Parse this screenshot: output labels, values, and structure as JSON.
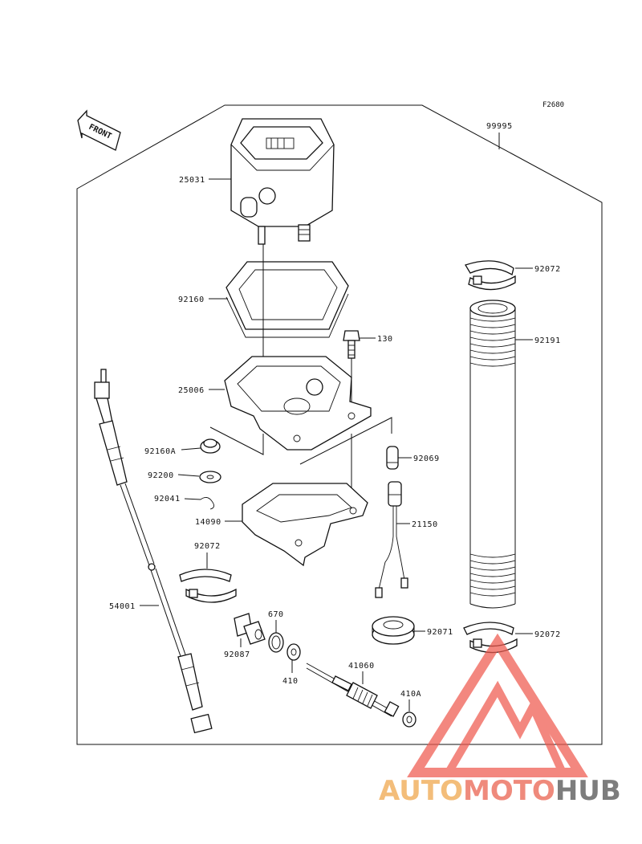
{
  "diagram": {
    "figure_code": "F2680",
    "direction_label": "FRONT",
    "parts": [
      {
        "id": "p99995",
        "number": "99995"
      },
      {
        "id": "p25031",
        "number": "25031"
      },
      {
        "id": "p92160",
        "number": "92160"
      },
      {
        "id": "p130",
        "number": "130"
      },
      {
        "id": "p25006",
        "number": "25006"
      },
      {
        "id": "p92160A",
        "number": "92160A"
      },
      {
        "id": "p92069",
        "number": "92069"
      },
      {
        "id": "p92200",
        "number": "92200"
      },
      {
        "id": "p92041",
        "number": "92041"
      },
      {
        "id": "p14090",
        "number": "14090"
      },
      {
        "id": "p21150",
        "number": "21150"
      },
      {
        "id": "p92072a",
        "number": "92072"
      },
      {
        "id": "p92191",
        "number": "92191"
      },
      {
        "id": "p92072b",
        "number": "92072"
      },
      {
        "id": "p54001",
        "number": "54001"
      },
      {
        "id": "p670",
        "number": "670"
      },
      {
        "id": "p92087",
        "number": "92087"
      },
      {
        "id": "p410",
        "number": "410"
      },
      {
        "id": "p41060",
        "number": "41060"
      },
      {
        "id": "p92071",
        "number": "92071"
      },
      {
        "id": "p92072c",
        "number": "92072"
      },
      {
        "id": "p410A",
        "number": "410A"
      }
    ]
  },
  "watermark": {
    "part1": "AUTO",
    "part2": "MOTO",
    "part3": "HUB",
    "colors": {
      "auto": "#f3bd7a",
      "moto": "#ef8a7c",
      "hub": "#7d7d7d",
      "logo": "#ef5a4e"
    }
  }
}
